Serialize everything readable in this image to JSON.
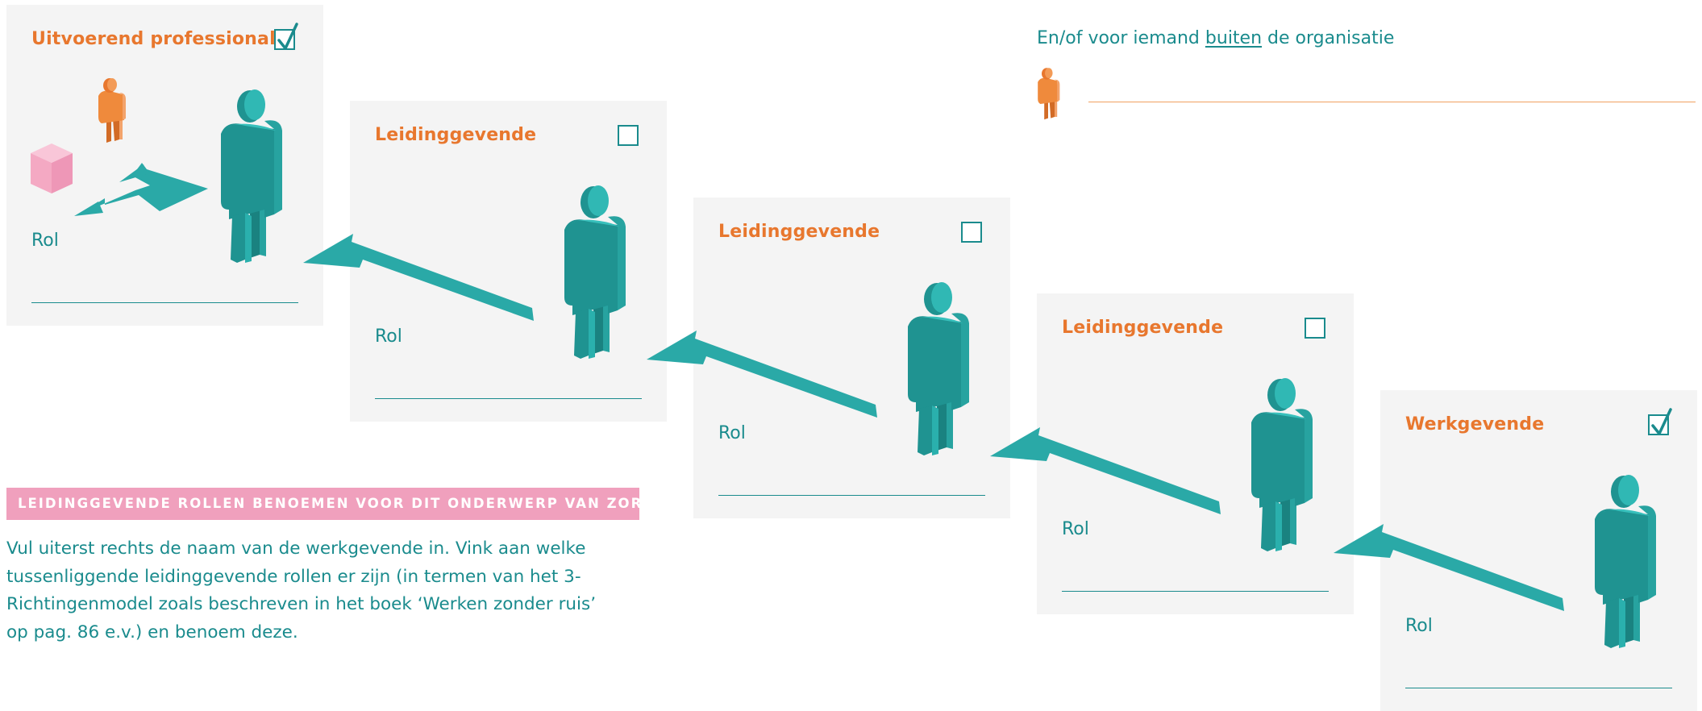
{
  "cards": [
    {
      "title": "Uitvoerend professional",
      "checked": true,
      "rol_label": "Rol"
    },
    {
      "title": "Leidinggevende",
      "checked": false,
      "rol_label": "Rol"
    },
    {
      "title": "Leidinggevende",
      "checked": false,
      "rol_label": "Rol"
    },
    {
      "title": "Leidinggevende",
      "checked": false,
      "rol_label": "Rol"
    },
    {
      "title": "Werkgevende",
      "checked": true,
      "rol_label": "Rol"
    }
  ],
  "outside": {
    "prefix": "En/of voor iemand ",
    "underlined": "buiten",
    "suffix": " de organisatie"
  },
  "banner": "LEIDINGGEVENDE ROLLEN BENOEMEN VOOR DIT ONDERWERP VAN ZORG",
  "description": "Vul uiterst rechts de naam van de werkgevende in. Vink aan welke tussenliggende leidinggevende rollen er zijn (in termen van het 3-Richtingenmodel zoals beschreven in het boek ‘Werken zonder ruis’ op pag. 86 e.v.) en benoem deze.",
  "colors": {
    "teal": "#1a8b8d",
    "teal_figure": "#2aa9a7",
    "orange": "#e8772e",
    "pink": "#f0a0bd",
    "card_bg": "#f4f4f4"
  },
  "icons": {
    "person": "person-figure-icon",
    "check": "checkmark-icon",
    "cube": "cube-icon",
    "arrow": "arrow-icon"
  }
}
